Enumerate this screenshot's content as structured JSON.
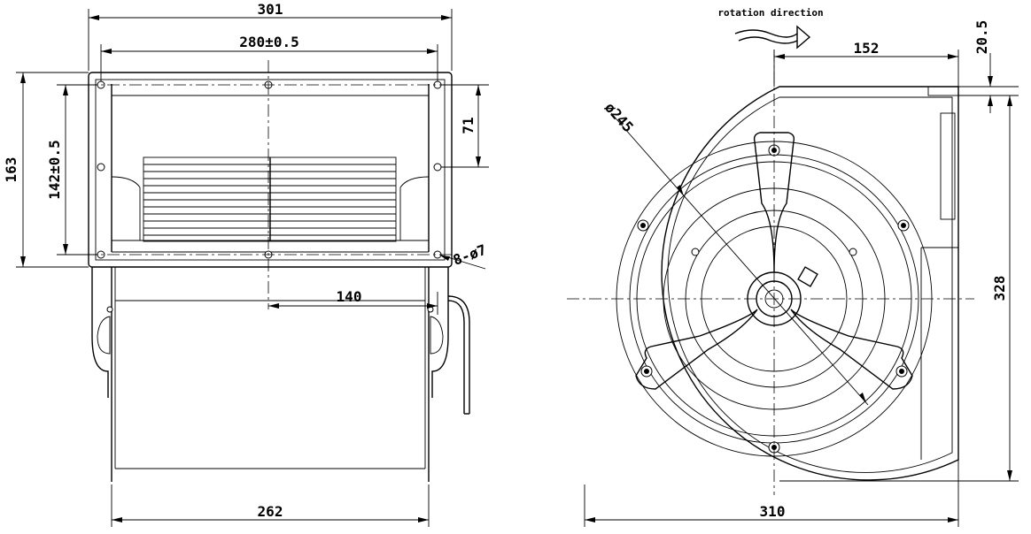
{
  "front_view": {
    "width_overall": "301",
    "hole_spacing_width": "280±0.5",
    "height_overall": "163",
    "hole_spacing_height": "142±0.5",
    "flange_offset": "71",
    "mounting_holes": "8-ø7",
    "shaft_offset": "140",
    "housing_width": "262"
  },
  "side_view": {
    "rotation_label": "rotation direction",
    "outlet_offset": "152",
    "flange_thickness": "20.5",
    "impeller_diameter": "ø245",
    "height": "328",
    "width": "310"
  }
}
